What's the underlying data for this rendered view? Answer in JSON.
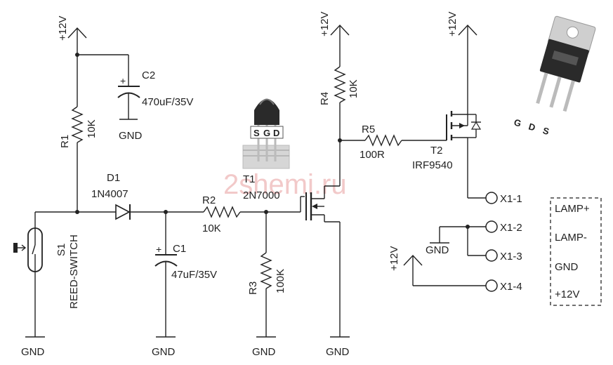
{
  "watermark": "2shemi.ru",
  "rails": {
    "vcc": "+12V",
    "gnd": "GND"
  },
  "components": {
    "c2": {
      "ref": "C2",
      "value": "470uF/35V"
    },
    "c1": {
      "ref": "C1",
      "value": "47uF/35V"
    },
    "r1": {
      "ref": "R1",
      "value": "10K"
    },
    "r2": {
      "ref": "R2",
      "value": "10K"
    },
    "r3": {
      "ref": "R3",
      "value": "100K"
    },
    "r4": {
      "ref": "R4",
      "value": "10K"
    },
    "r5": {
      "ref": "R5",
      "value": "100R"
    },
    "d1": {
      "ref": "D1",
      "value": "1N4007"
    },
    "t1": {
      "ref": "T1",
      "value": "2N7000",
      "pins": [
        "S",
        "G",
        "D"
      ]
    },
    "t2": {
      "ref": "T2",
      "value": "IRF9540",
      "pins": "G D S"
    },
    "s1": {
      "ref": "S1",
      "value": "REED-SWITCH"
    }
  },
  "connector": {
    "terminals": [
      "X1-1",
      "X1-2",
      "X1-3",
      "X1-4"
    ],
    "legend": [
      "LAMP+",
      "LAMP-",
      "GND",
      "+12V"
    ]
  },
  "colors": {
    "wire": "#222222",
    "watermark": "#f2c9c9",
    "package_body": "#2a2a2a",
    "package_tab": "#cfcfcf"
  }
}
